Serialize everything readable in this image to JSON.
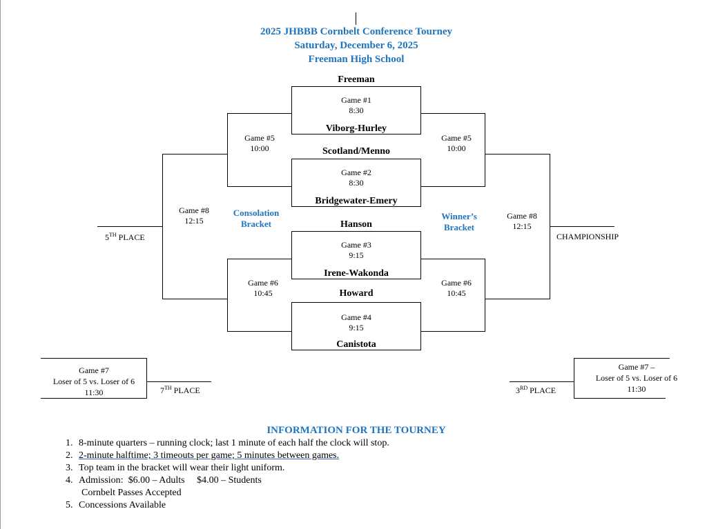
{
  "header": {
    "line1": "2025 JHBBB Cornbelt Conference Tourney",
    "line2": "Saturday, December 6, 2025",
    "line3": "Freeman High School"
  },
  "teams": {
    "t1": "Freeman",
    "t2": "Viborg-Hurley",
    "t3": "Scotland/Menno",
    "t4": "Bridgewater-Emery",
    "t5": "Hanson",
    "t6": "Irene-Wakonda",
    "t7": "Howard",
    "t8": "Canistota"
  },
  "games": {
    "g1": {
      "label": "Game #1",
      "time": "8:30"
    },
    "g2": {
      "label": "Game #2",
      "time": "8:30"
    },
    "g3": {
      "label": "Game #3",
      "time": "9:15"
    },
    "g4": {
      "label": "Game #4",
      "time": "9:15"
    },
    "g5_left": {
      "label": "Game #5",
      "time": "10:00"
    },
    "g5_right": {
      "label": "Game #5",
      "time": "10:00"
    },
    "g6_left": {
      "label": "Game #6",
      "time": "10:45"
    },
    "g6_right": {
      "label": "Game #6",
      "time": "10:45"
    },
    "g8_left": {
      "label": "Game #8",
      "time": "12:15"
    },
    "g8_right": {
      "label": "Game #8",
      "time": "12:15"
    },
    "g7_left": {
      "label": "Game #7",
      "desc": "Loser of 5 vs. Loser of 6",
      "time": "11:30"
    },
    "g7_right": {
      "label": "Game #7 –",
      "desc": "Loser of 5 vs. Loser of 6",
      "time": "11:30"
    }
  },
  "brackets": {
    "consolation_line1": "Consolation",
    "consolation_line2": "Bracket",
    "winners_line1": "Winner’s",
    "winners_line2": "Bracket"
  },
  "places": {
    "fifth_num": "5",
    "fifth_sup": "TH",
    "fifth_text": " PLACE",
    "seventh_num": "7",
    "seventh_sup": "TH",
    "seventh_text": " PLACE",
    "third_num": "3",
    "third_sup": "RD",
    "third_text": " PLACE",
    "championship": "CHAMPIONSHIP"
  },
  "info": {
    "title": "INFORMATION FOR THE TOURNEY",
    "items": [
      {
        "num": "1.",
        "text": "8-minute quarters – running clock; last 1 minute of each half the clock will stop."
      },
      {
        "num": "2.",
        "text": "2-minute halftime; 3 timeouts per game; 5 minutes between games."
      },
      {
        "num": "3.",
        "text": "Top team in the bracket will wear their light uniform."
      },
      {
        "num": "4.",
        "text": "Admission:  $6.00 – Adults     $4.00 – Students"
      },
      {
        "num": "",
        "text": "Cornbelt Passes Accepted"
      },
      {
        "num": "5.",
        "text": "Concessions Available"
      }
    ]
  },
  "colors": {
    "accent": "#1f74bd",
    "text": "#000000"
  }
}
